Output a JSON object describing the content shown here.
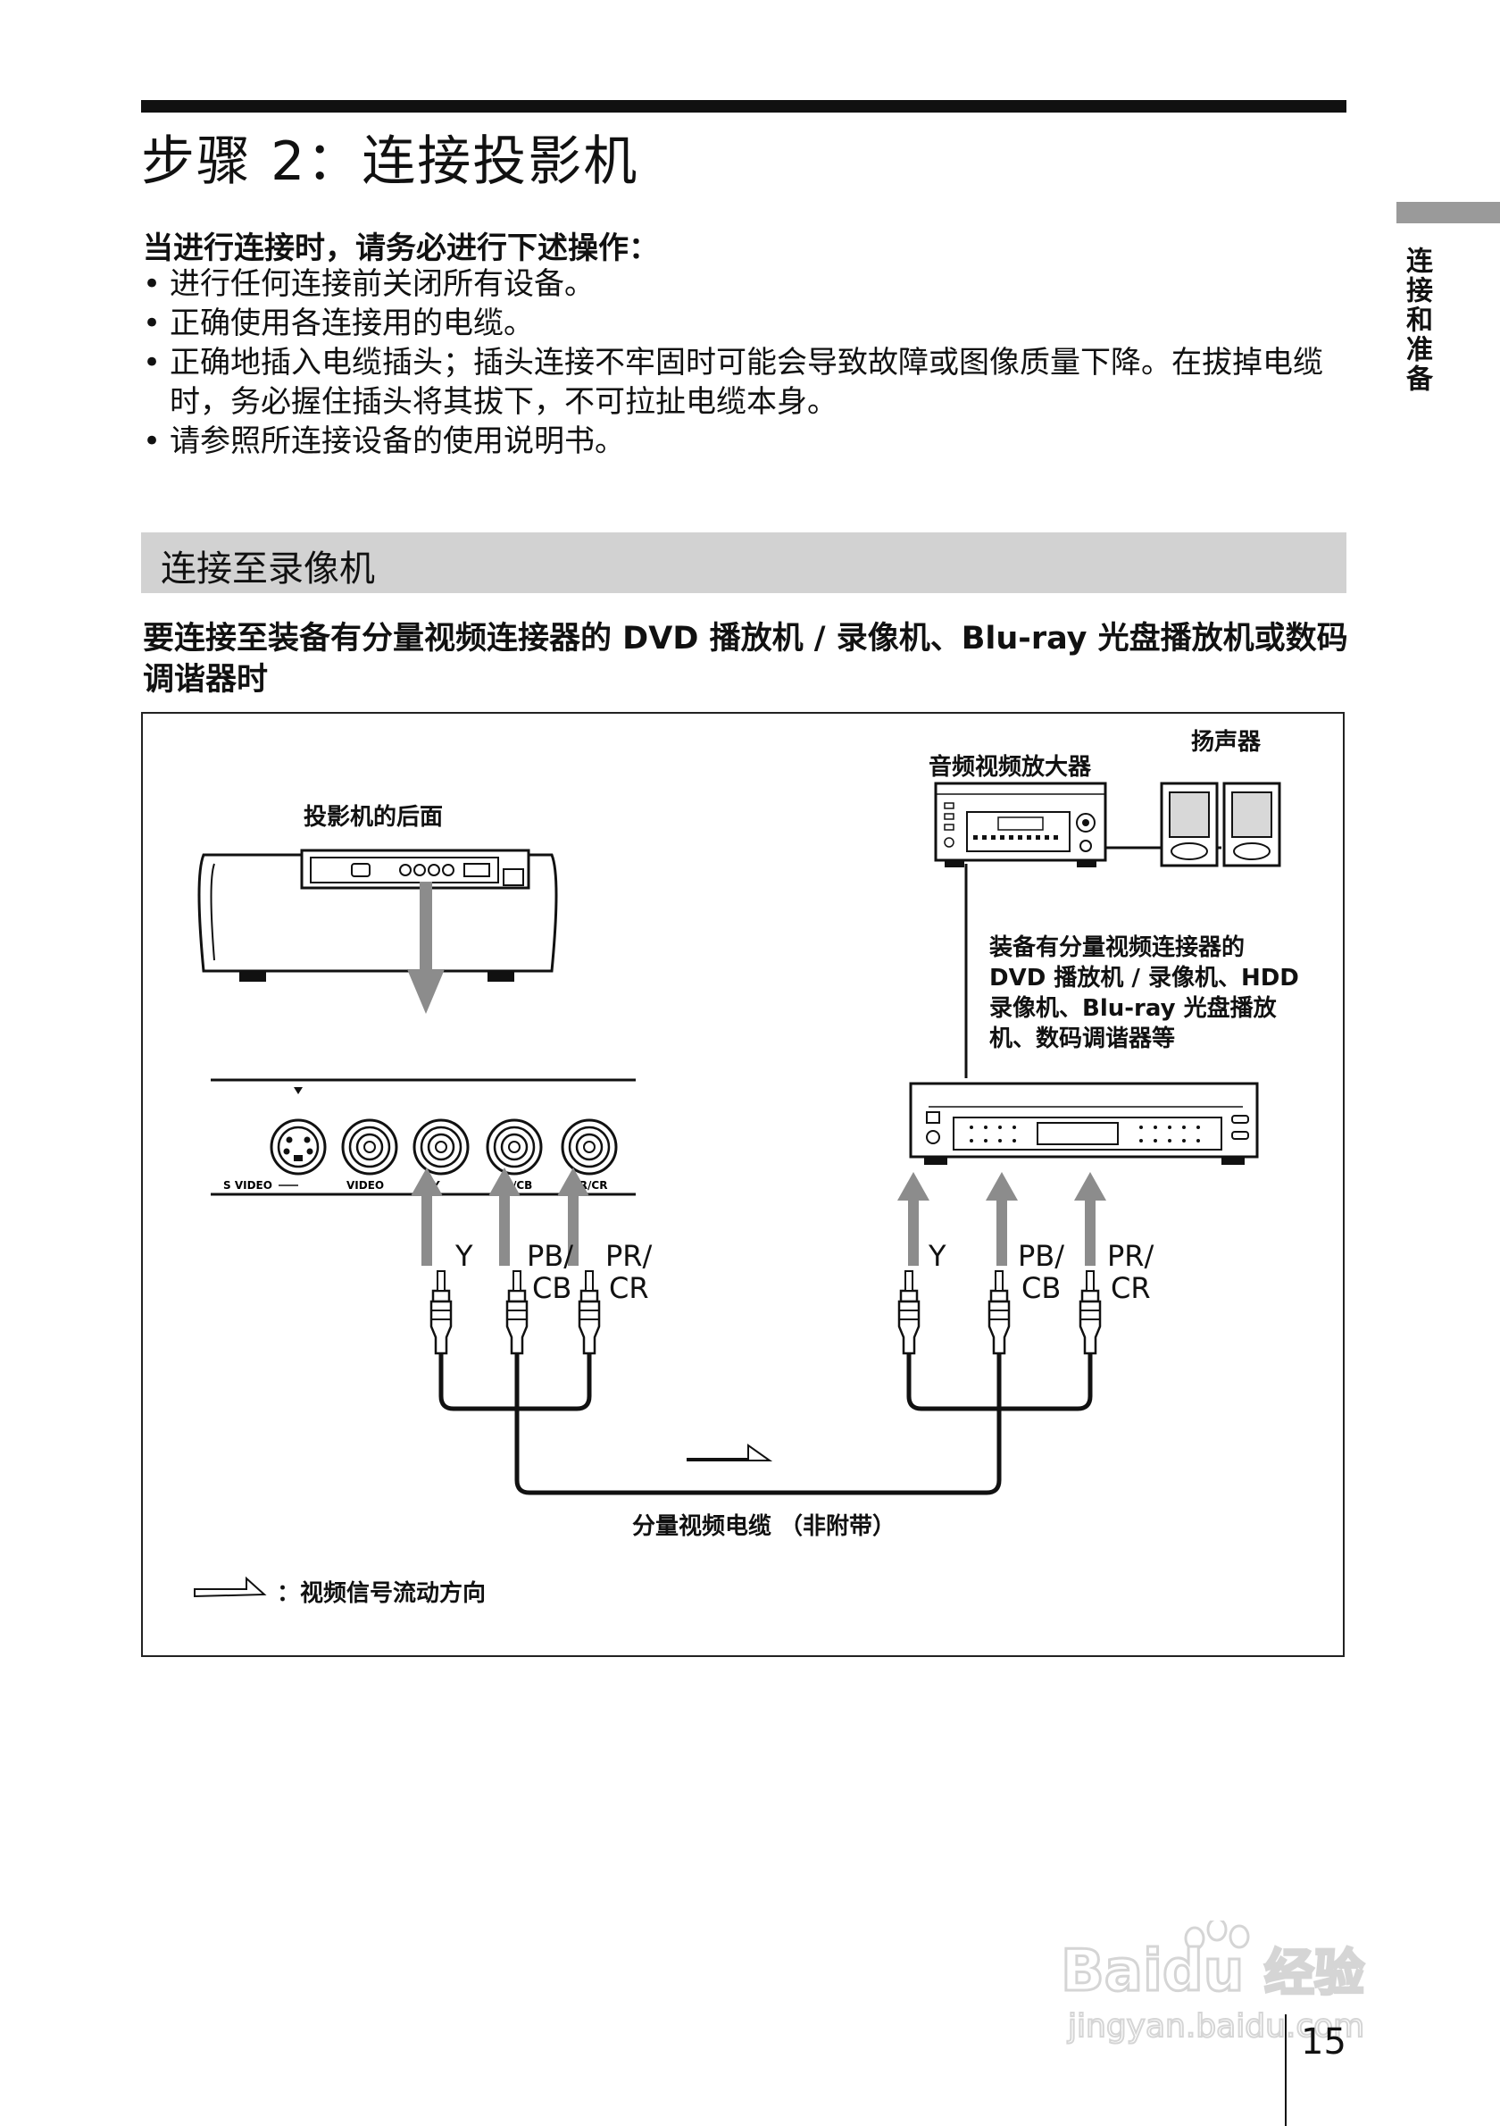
{
  "header": {
    "title": "步骤 2：连接投影机",
    "side_tab": "连接和准备"
  },
  "intro": {
    "heading": "当进行连接时，请务必进行下述操作：",
    "bullets": [
      "进行任何连接前关闭所有设备。",
      "正确使用各连接用的电缆。",
      "正确地插入电缆插头；插头连接不牢固时可能会导致故障或图像质量下降。在拔掉电缆时，务必握住插头将其拔下，不可拉扯电缆本身。",
      "请参照所连接设备的使用说明书。"
    ]
  },
  "section": {
    "title": "连接至录像机",
    "subheading": "要连接至装备有分量视频连接器的 DVD 播放机 / 录像机、Blu-ray 光盘播放机或数码调谐器时"
  },
  "diagram": {
    "projector_label": "投影机的后面",
    "amplifier_label": "音频视频放大器",
    "speaker_label": "扬声器",
    "device_label_lines": [
      "装备有分量视频连接器的",
      "DVD 播放机 / 录像机、HDD",
      "录像机、Blu-ray 光盘播放",
      "机、数码调谐器等"
    ],
    "port_labels": [
      "S VIDEO",
      "VIDEO",
      "Y",
      "PB/CB",
      "PR/CR"
    ],
    "left_plug_labels": {
      "y": "Y",
      "pb_top": "PB/",
      "pb_bottom": "CB",
      "pr_top": "PR/",
      "pr_bottom": "CR"
    },
    "right_plug_labels": {
      "y": "Y",
      "pb_top": "PB/",
      "pb_bottom": "CB",
      "pr_top": "PR/",
      "pr_bottom": "CR"
    },
    "cable_label": "分量视频电缆 （非附带）",
    "legend_text": "：视频信号流动方向"
  },
  "watermark": {
    "brand": "Baidu",
    "brand_cn": "经验",
    "url": "jingyan.baidu.com"
  },
  "footer": {
    "page_number": "15"
  },
  "colors": {
    "arrow_gray": "#8c8c8c",
    "section_band": "#d2d2d2",
    "side_bar": "#9a9a9a"
  }
}
